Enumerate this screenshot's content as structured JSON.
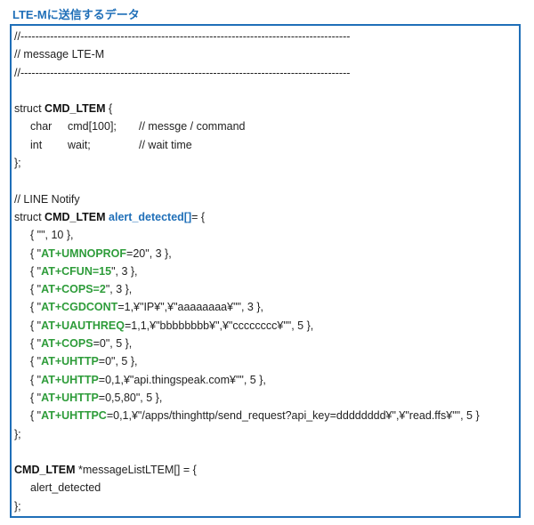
{
  "title": "LTE-Mに送信するデータ",
  "header_comment": {
    "rule_top": "//-----------------------------------------------------------------------------------------",
    "text": "// message LTE-M",
    "rule_bottom": "//-----------------------------------------------------------------------------------------"
  },
  "struct_def": {
    "open_kw": "struct ",
    "name": "CMD_LTEM",
    "open_brace": " {",
    "fields": [
      {
        "type": "char",
        "decl": "cmd[100];",
        "comment": "// messge / command"
      },
      {
        "type": "int",
        "decl": "wait;",
        "comment": "// wait time"
      }
    ],
    "close": "};"
  },
  "line_notify": {
    "comment": "// LINE Notify",
    "decl_kw": "struct ",
    "type": "CMD_LTEM",
    "var": "alert_detected[]",
    "tail": "= {",
    "entries": [
      {
        "pre": "{ \"",
        "cmd": "",
        "rest": "\", 10 },"
      },
      {
        "pre": "{ \"",
        "cmd": "AT+UMNOPROF",
        "rest": "=20\", 3 },"
      },
      {
        "pre": "{ \"",
        "cmd": "AT+CFUN=15",
        "rest": "\", 3 },"
      },
      {
        "pre": "{ \"",
        "cmd": "AT+COPS=2",
        "rest": "\", 3 },"
      },
      {
        "pre": "{ \"",
        "cmd": "AT+CGDCONT",
        "rest": "=1,¥\"IP¥\",¥\"aaaaaaaa¥\"\", 3 },"
      },
      {
        "pre": "{ \"",
        "cmd": "AT+UAUTHREQ",
        "rest": "=1,1,¥\"bbbbbbbb¥\",¥\"cccccccc¥\"\", 5 },"
      },
      {
        "pre": "{ \"",
        "cmd": "AT+COPS",
        "rest": "=0\", 5 },"
      },
      {
        "pre": "{ \"",
        "cmd": "AT+UHTTP",
        "rest": "=0\", 5 },"
      },
      {
        "pre": "{ \"",
        "cmd": "AT+UHTTP",
        "rest": "=0,1,¥\"api.thingspeak.com¥\"\", 5 },"
      },
      {
        "pre": "{ \"",
        "cmd": "AT+UHTTP",
        "rest": "=0,5,80\", 5 },"
      },
      {
        "pre": "{ \"",
        "cmd": "AT+UHTTPC",
        "rest": "=0,1,¥\"/apps/thinghttp/send_request?api_key=dddddddd¥\",¥\"read.ffs¥\"\", 5 }"
      }
    ],
    "close": "};"
  },
  "message_list": {
    "type": "CMD_LTEM",
    "rest": " *messageListLTEM[] = {",
    "item": "alert_detected",
    "close": "};"
  },
  "colors": {
    "accent": "#1f6fb8",
    "at_command": "#2e9c3a",
    "text": "#222222"
  }
}
